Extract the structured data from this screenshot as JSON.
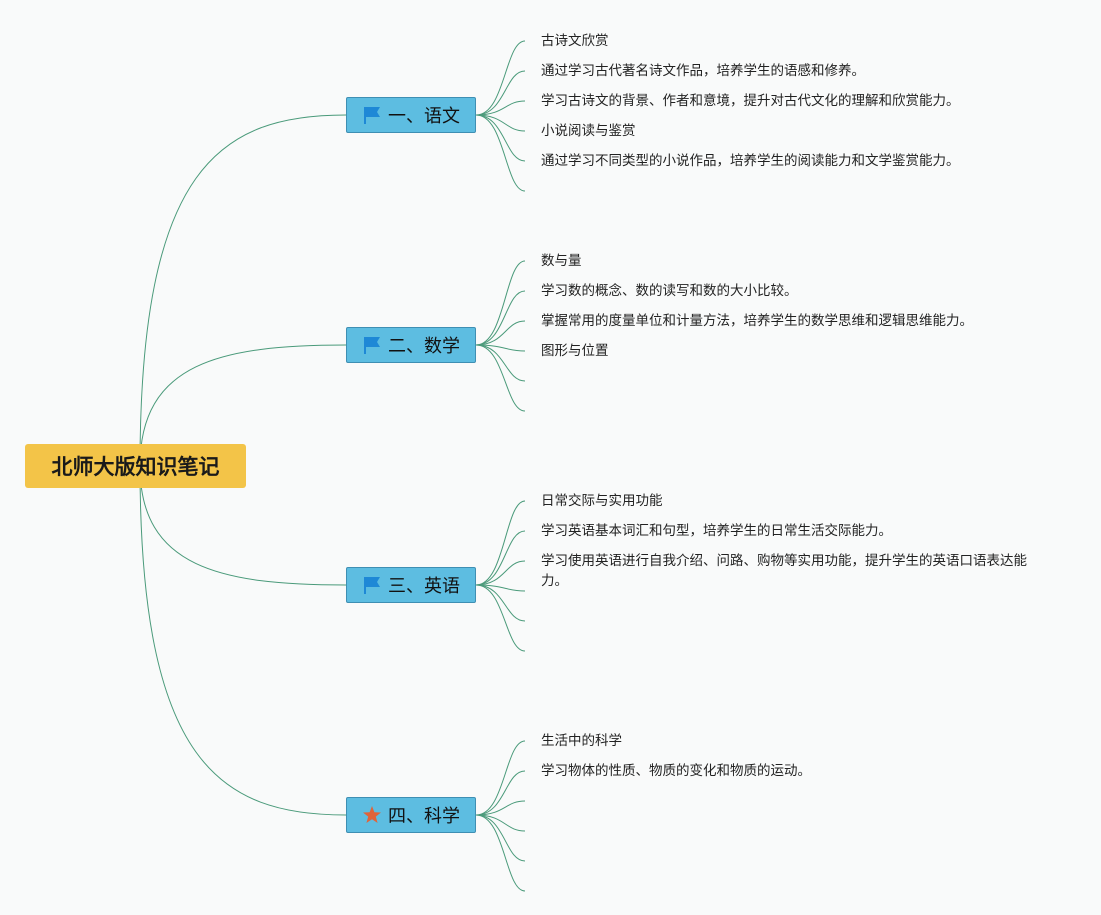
{
  "root": {
    "title": "北师大版知识笔记"
  },
  "branches": [
    {
      "label": "一、语文",
      "icon": "flag-icon",
      "color": "#5dbde1",
      "leaves": [
        "古诗文欣赏",
        "通过学习古代著名诗文作品，培养学生的语感和修养。",
        "学习古诗文的背景、作者和意境，提升对古代文化的理解和欣赏能力。",
        "小说阅读与鉴赏",
        "通过学习不同类型的小说作品，培养学生的阅读能力和文学鉴赏能力。",
        ""
      ]
    },
    {
      "label": "二、数学",
      "icon": "flag-icon",
      "color": "#5dbde1",
      "leaves": [
        "数与量",
        "学习数的概念、数的读写和数的大小比较。",
        "掌握常用的度量单位和计量方法，培养学生的数学思维和逻辑思维能力。",
        "图形与位置",
        "",
        ""
      ]
    },
    {
      "label": "三、英语",
      "icon": "flag-icon",
      "color": "#5dbde1",
      "leaves": [
        "日常交际与实用功能",
        "学习英语基本词汇和句型，培养学生的日常生活交际能力。",
        "学习使用英语进行自我介绍、问路、购物等实用功能，提升学生的英语口语表达能力。",
        "",
        "",
        ""
      ]
    },
    {
      "label": "四、科学",
      "icon": "star-icon",
      "color": "#5dbde1",
      "leaves": [
        "生活中的科学",
        "学习物体的性质、物质的变化和物质的运动。",
        "",
        "",
        "",
        ""
      ]
    }
  ],
  "colors": {
    "root": "#f3c448",
    "branch": "#5dbde1",
    "line": "#4a9a7a",
    "flag": "#1e88d6",
    "star": "#e0643a"
  }
}
